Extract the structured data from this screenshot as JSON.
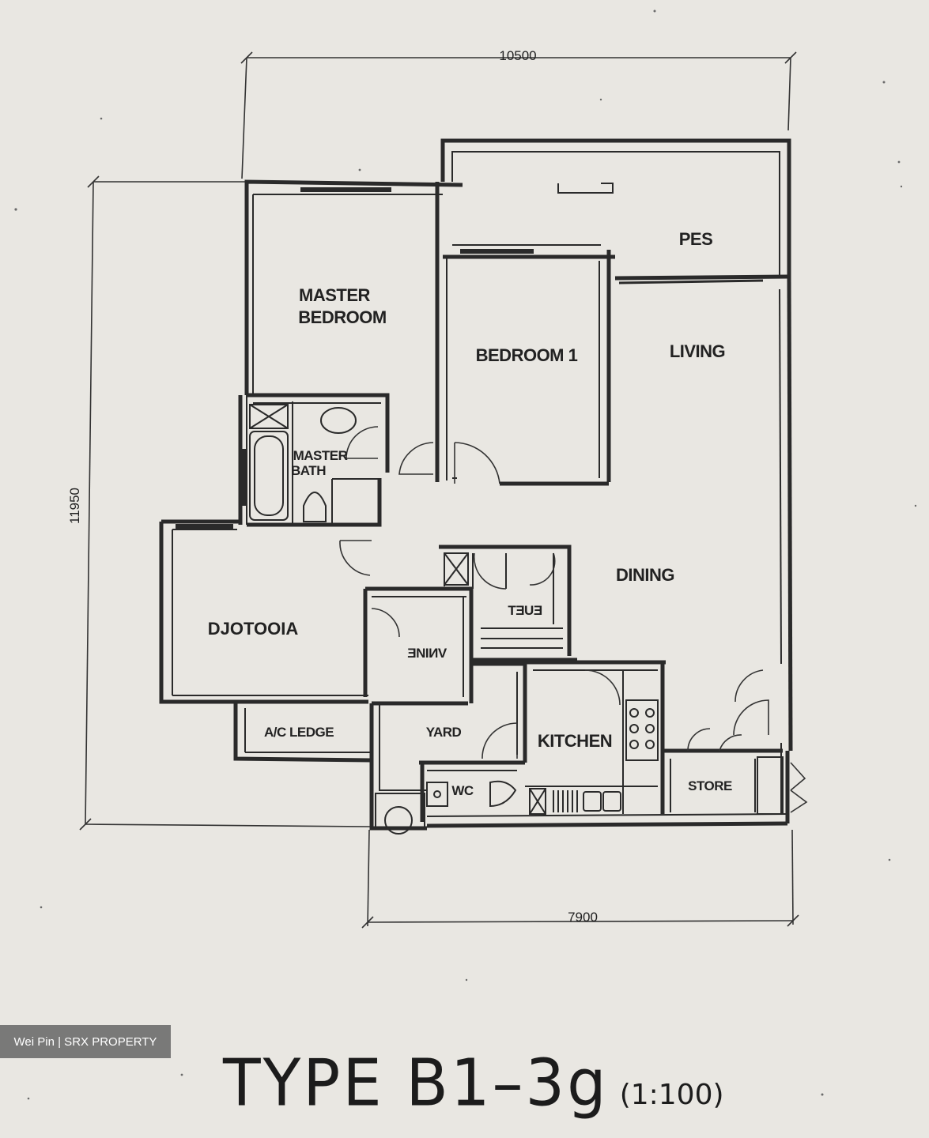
{
  "plan": {
    "rooms": {
      "pes": "PES",
      "master_bedroom_line1": "MASTER",
      "master_bedroom_line2": "BEDROOM",
      "bedroom1": "BEDROOM 1",
      "living": "LIVING",
      "master_bath_line1": "MASTER",
      "master_bath_line2": "BATH",
      "dining": "DINING",
      "bedroom2_mirrored": "DJOTOOIA",
      "bath2_mirrored": "ƎNIИV",
      "bath_mirrored": "TƎUƎ",
      "ac_ledge": "A/C LEDGE",
      "yard": "YARD",
      "kitchen": "KITCHEN",
      "wc": "WC",
      "store": "STORE"
    },
    "dimensions": {
      "top_width": "10500",
      "left_height": "11950",
      "bottom_width": "7900"
    }
  },
  "title": {
    "main": "TYPE B1–3g",
    "scale": "(1:100)"
  },
  "watermark": {
    "text": "Wei Pin | SRX PROPERTY"
  }
}
